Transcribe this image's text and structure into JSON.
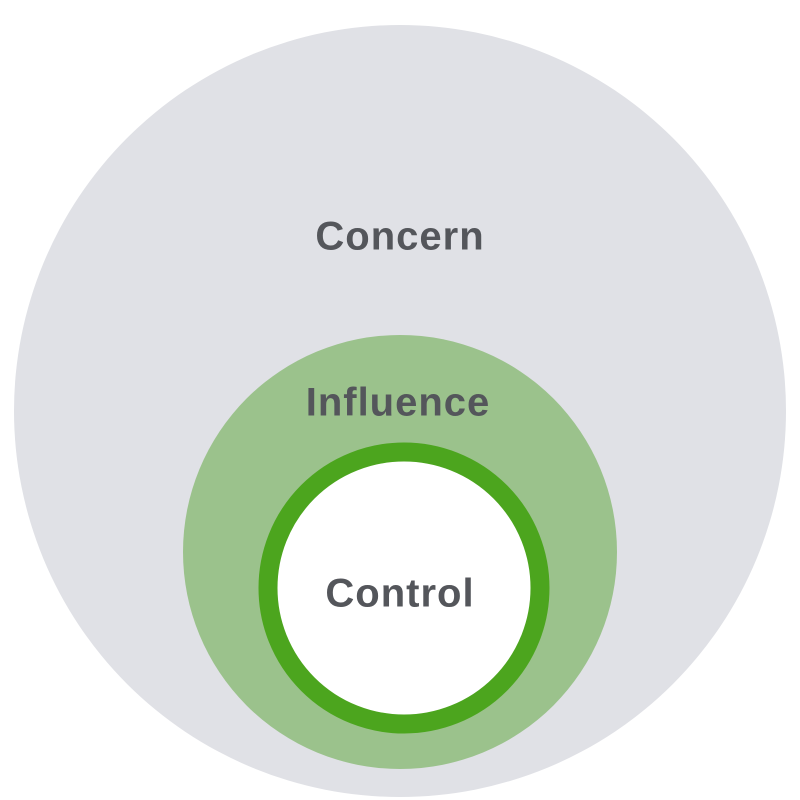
{
  "diagram": {
    "type": "nested-circles",
    "rings": [
      {
        "label": "Concern",
        "level": "outer"
      },
      {
        "label": "Influence",
        "level": "middle"
      },
      {
        "label": "Control",
        "level": "inner"
      }
    ]
  },
  "colors": {
    "concern_fill": "#e0e1e6",
    "influence_fill": "#9bc28c",
    "control_ring": "#4ca51e",
    "control_fill": "#ffffff",
    "label_text": "#54565b"
  }
}
